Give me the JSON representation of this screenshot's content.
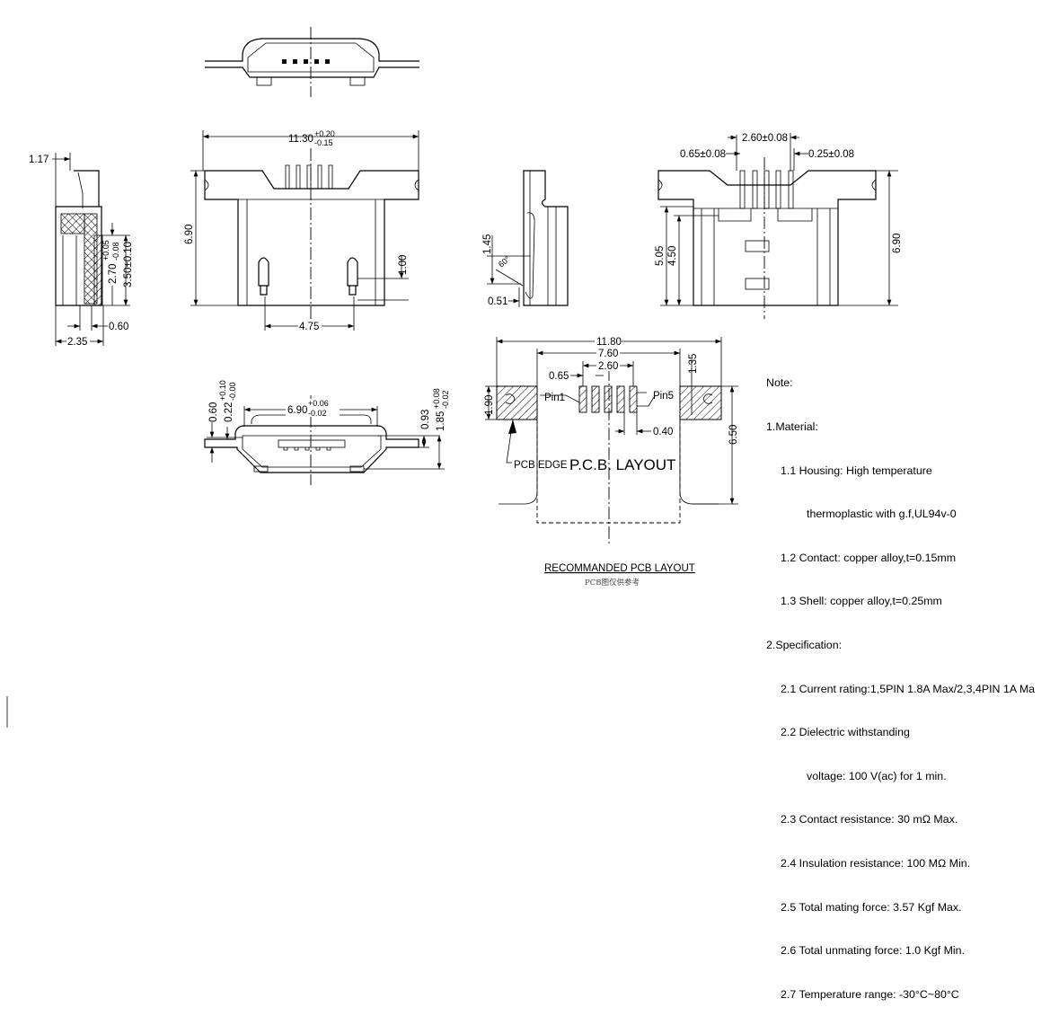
{
  "dims": {
    "front_width": "11.30",
    "front_width_tol_plus": "+0.20",
    "front_width_tol_minus": "-0.15",
    "front_height": "6.90",
    "contact_height": "1.00",
    "contact_pitch": "4.75",
    "side_top": "1.17",
    "side_depth": "2.70",
    "side_depth_tol_plus": "+0.05",
    "side_depth_tol_minus": "-0.08",
    "side_height": "3.50±0.10",
    "side_gap": "0.60",
    "side_width": "2.35",
    "latch_height": "1.45",
    "latch_angle": "60°",
    "latch_offset": "0.51",
    "rear_span": "2.60±0.08",
    "rear_pitch": "0.65±0.08",
    "rear_pin_width": "0.25±0.08",
    "rear_h1": "5.05",
    "rear_h2": "4.50",
    "rear_height": "6.90",
    "bottom_width": "6.90",
    "bottom_width_tol_plus": "+0.06",
    "bottom_width_tol_minus": "-0.02",
    "bottom_a": "0.60",
    "bottom_b": "0.22",
    "bottom_b_tol_plus": "+0.10",
    "bottom_b_tol_minus": "-0.00",
    "bottom_c": "0.93",
    "bottom_d": "1.85",
    "bottom_d_tol_plus": "+0.08",
    "bottom_d_tol_minus": "-0.02",
    "pcb_total": "11.80",
    "pcb_inner": "7.60",
    "pcb_span": "2.60",
    "pcb_pitch": "0.65",
    "pcb_pad_len": "1.35",
    "pcb_pad_h": "1.90",
    "pcb_pad_w": "0.40",
    "pcb_height": "6.50"
  },
  "labels": {
    "pin1": "Pin1",
    "pin5": "Pin5",
    "pcb_edge": "PCB EDGE",
    "pcb_layout": "P.C.B. LAYOUT",
    "caption": "RECOMMANDED PCB LAYOUT",
    "caption_cn": "PCB图仅供参考"
  },
  "notes": {
    "title": "Note:",
    "material": "1.Material:",
    "m1a": "1.1 Housing: High temperature",
    "m1b": "thermoplastic with g.f,UL94v-0",
    "m2": "1.2 Contact: copper alloy,t=0.15mm",
    "m3": "1.3 Shell: copper alloy,t=0.25mm",
    "spec": "2.Specification:",
    "s1": "2.1 Current rating:1,5PIN 1.8A Max/2,3,4PIN 1A Ma",
    "s2a": "2.2 Dielectric withstanding",
    "s2b": "voltage: 100 V(ac) for 1 min.",
    "s3": "2.3 Contact resistance: 30 mΩ Max.",
    "s4": "2.4 Insulation resistance: 100 MΩ Min.",
    "s5": "2.5 Total mating force: 3.57 Kgf Max.",
    "s6": "2.6 Total unmating force: 1.0 Kgf Min.",
    "s7": "2.7 Temperature range: -30°C~80°C"
  }
}
